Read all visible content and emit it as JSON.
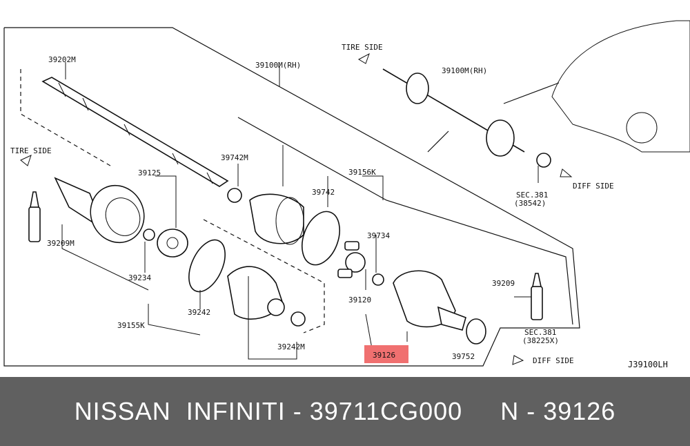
{
  "labels": {
    "p39202M": "39202M",
    "p39100M_rh_main": "39100M(RH)",
    "p39100M_rh_detail": "39100M(RH)",
    "tire_side_left": "TIRE SIDE",
    "tire_side_top": "TIRE SIDE",
    "p39742M": "39742M",
    "p39125": "39125",
    "p39742": "39742",
    "p39156K": "39156K",
    "p39209M": "39209M",
    "p39734": "39734",
    "p39234": "39234",
    "p39120": "39120",
    "p39209": "39209",
    "p39155K": "39155K",
    "p39242": "39242",
    "p39242M": "39242M",
    "p39126": "39126",
    "p39752": "39752",
    "sec381_a": "SEC.381",
    "sec381_a_ref": "(38542)",
    "sec381_b": "SEC.381",
    "sec381_b_ref": "(38225X)",
    "diff_side_top": "DIFF SIDE",
    "diff_side_bottom": "DIFF SIDE",
    "drawing_code": "J39100LH"
  },
  "highlight_color": "#f07070",
  "footer": {
    "text": "NISSAN  INFINITI - 39711CG000     N - 39126"
  }
}
